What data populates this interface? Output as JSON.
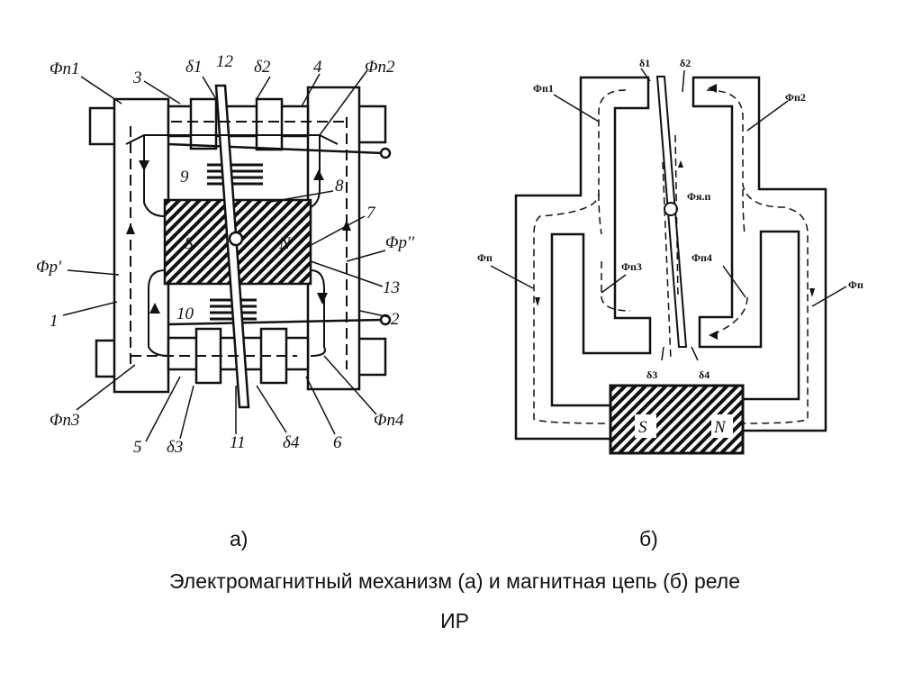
{
  "figure_a": {
    "labels": {
      "phi_p1": "Φп1",
      "n3": "3",
      "delta1": "δ1",
      "n12": "12",
      "delta2": "δ2",
      "n4": "4",
      "phi_p2": "Φп2",
      "n9": "9",
      "n8": "8",
      "n7": "7",
      "phi_r2": "Φр''",
      "s": "S",
      "n_pole": "N",
      "n13": "13",
      "n2": "2",
      "n10": "10",
      "n1": "1",
      "phi_r1": "Φр'",
      "phi_p3": "Φп3",
      "n5": "5",
      "delta3": "δ3",
      "n11": "11",
      "delta4": "δ4",
      "n6": "6",
      "phi_p4": "Φп4"
    }
  },
  "figure_b": {
    "labels": {
      "delta1": "δ1",
      "delta2": "δ2",
      "phi_p1": "Φп1",
      "phi_p2": "Φп2",
      "phi_ya": "Φя.п",
      "phi_p3": "Φп3",
      "phi_p4": "Φп4",
      "phi_left": "Φп",
      "phi_right": "Φп",
      "delta3": "δ3",
      "delta4": "δ4",
      "s": "S",
      "n_pole": "N"
    }
  },
  "captions": {
    "sub_a": "а)",
    "sub_b": "б)",
    "line1": "Электромагнитный механизм (а) и магнитная цепь (б) реле",
    "line2": "ИР"
  }
}
